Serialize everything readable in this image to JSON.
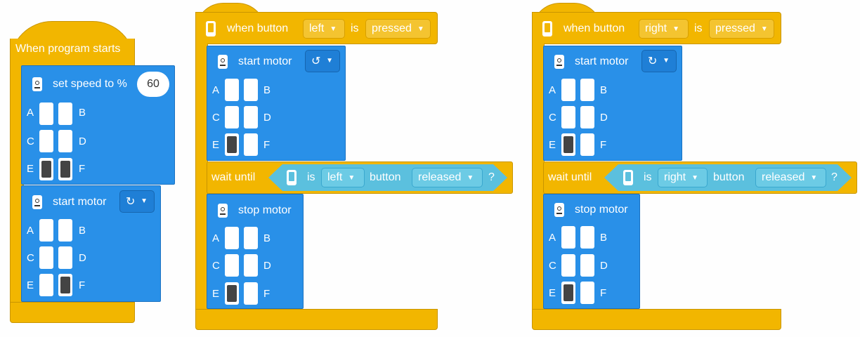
{
  "program1": {
    "hat_label": "When program starts",
    "set_speed": {
      "label": "set speed to %",
      "value": "60",
      "ports": {
        "A": "A",
        "B": "B",
        "C": "C",
        "D": "D",
        "E": "E",
        "F": "F"
      }
    },
    "start_motor": {
      "label": "start motor",
      "direction_icon": "clockwise-icon"
    }
  },
  "program2": {
    "hat": {
      "when": "when button",
      "button": "left",
      "is": "is",
      "state": "pressed"
    },
    "start_motor": {
      "label": "start motor",
      "direction_icon": "counterclockwise-icon"
    },
    "wait": {
      "label": "wait until",
      "is": "is",
      "button": "left",
      "button_word": "button",
      "state": "released",
      "q": "?"
    },
    "stop_motor": {
      "label": "stop motor"
    }
  },
  "program3": {
    "hat": {
      "when": "when button",
      "button": "right",
      "is": "is",
      "state": "pressed"
    },
    "start_motor": {
      "label": "start motor",
      "direction_icon": "clockwise-icon"
    },
    "wait": {
      "label": "wait until",
      "is": "is",
      "button": "right",
      "button_word": "button",
      "state": "released",
      "q": "?"
    },
    "stop_motor": {
      "label": "stop motor"
    }
  },
  "ports": {
    "A": "A",
    "B": "B",
    "C": "C",
    "D": "D",
    "E": "E",
    "F": "F"
  },
  "colors": {
    "event": "#f2b600",
    "motor": "#2990e8",
    "sensor": "#5bc0de"
  }
}
